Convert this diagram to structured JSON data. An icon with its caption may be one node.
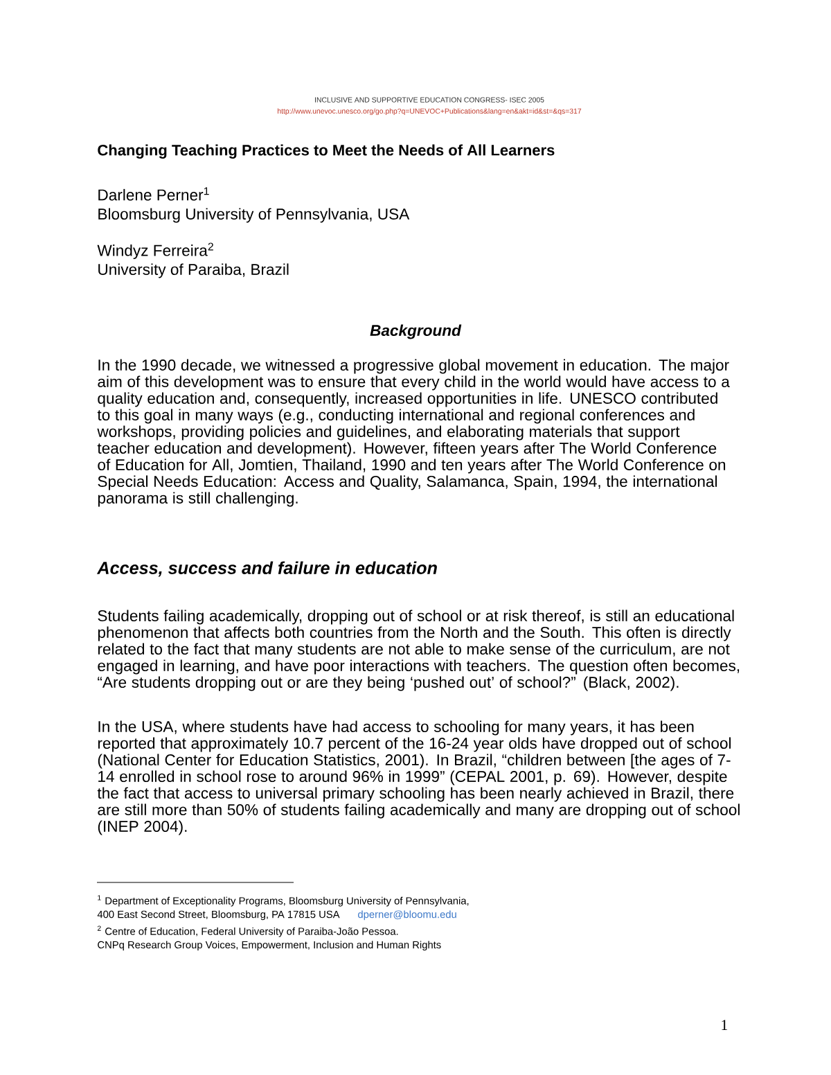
{
  "diagram": {
    "title": "Changing Teaching Practices to Meet the Needs of All Learners",
    "labels": [
      "INCLUSIVE AND SUPPORTIVE EDUCATION CONGRESS- ISEC 2005",
      "http://www.unevoc.unesco.org/go.php?q=UNEVOC+Publications&lang=en&akt=id&st=&qs=317",
      "Darlene Perner$^{1}$",
      "Bloomsburg University of Pennsylvania, USA",
      "Windyz Ferreira$^{2}$",
      "University of Paraiba, Brazil",
      "Background",
      "In the 1990 decade, we witnessed a progressive global movement in education.  The major aim of this development was to ensure that every child in the world would have access to a quality education and, consequently, increased opportunities in life. UNESCO contributed to this goal in many ways (e.g., conducting international and regional conferences and workshops, providing policies and guidelines, and elaborating materials that support teacher education and development). However, fifteen years after The World Conference of Education for All, Jomtien, Thailand, 1990 and ten years after The World Conference on Special Needs Education: Access and Quality, Salamanca, Spain, 1994, the international panorama is still challenging.",
      "Access, success and failure in education",
      "Students failing academically, dropping out of school or at risk thereof, is still an educational phenomenon that affects both countries from the North and the South. This often is directly related to the fact that many students are not able to make sense of the curriculum, are not engaged in learning, and have poor interactions with teachers. The question often becomes, “Are students dropping out or are they being ‘pushed out’ of school?” (Black, 2002).",
      "In the USA, where students have had access to schooling for many years, it has been reported that approximately 10.7 percent of the 16-24 year olds have dropped out of school (National Center for Education Statistics, 2001).  In Brazil, “children between [the ages of 7-14 enrolled in school rose to around 96% in 1999” (CEPAL 2001, p. 69). However, despite the fact that access to universal primary schooling has been nearly achieved in Brazil, there are still more than 50% of students failing academically and many are dropping out of school (INEP 2004).",
      "$^{1}$ Department of Exceptionality Programs, Bloomsburg University of Pennsylvania,",
      "400 East Second Street, Bloomsburg, PA 17815 USA",
      "dperner@bloomu.edu",
      "$^{2}$ Centre of Education, Federal University of Paraiba-João Pessoa.",
      "CNPq Research Group Voices, Empowerment, Inclusion and Human Rights",
      "1"
    ]
  }
}
